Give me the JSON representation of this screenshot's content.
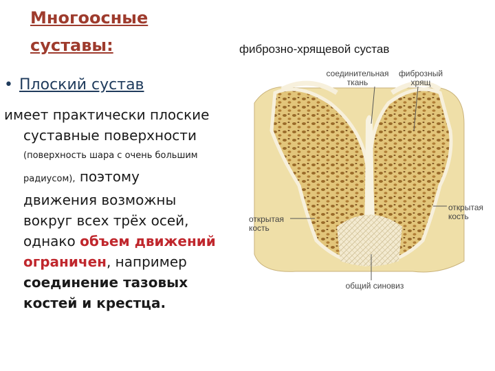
{
  "title": {
    "line1": "Многоосные",
    "line2": "суставы:"
  },
  "bullet": {
    "marker": "•",
    "text": "Плоский сустав"
  },
  "body": {
    "l1": "имеет практически плоские",
    "l2": "суставные поверхности",
    "small1": "(поверхность шара с очень большим",
    "small2": "радиусом),",
    "l3": " поэтому",
    "l4": "движения возможны",
    "l5": "вокруг всех трёх осей,",
    "l6_a": "однако ",
    "l6_b": "объем движений",
    "l7_a": "ограничен",
    "l7_b": ", например",
    "l8": "соединение тазовых",
    "l9": "костей и крестца."
  },
  "figure": {
    "title": "фиброзно-хрящевой сустав",
    "label_connective": [
      "соединительная",
      "ткань"
    ],
    "label_fibrous": [
      "фиброзный",
      "хрящ"
    ],
    "label_open_left": [
      "открытая",
      "кость"
    ],
    "label_open_right": [
      "открытая",
      "кость"
    ],
    "label_synovium": "общий синовиз"
  },
  "colors": {
    "title": "#9e3b2d",
    "bullet": "#1f3b5c",
    "accent": "#c0272d",
    "bone": "#e9d79a",
    "cartilage": "#f6efd4"
  }
}
